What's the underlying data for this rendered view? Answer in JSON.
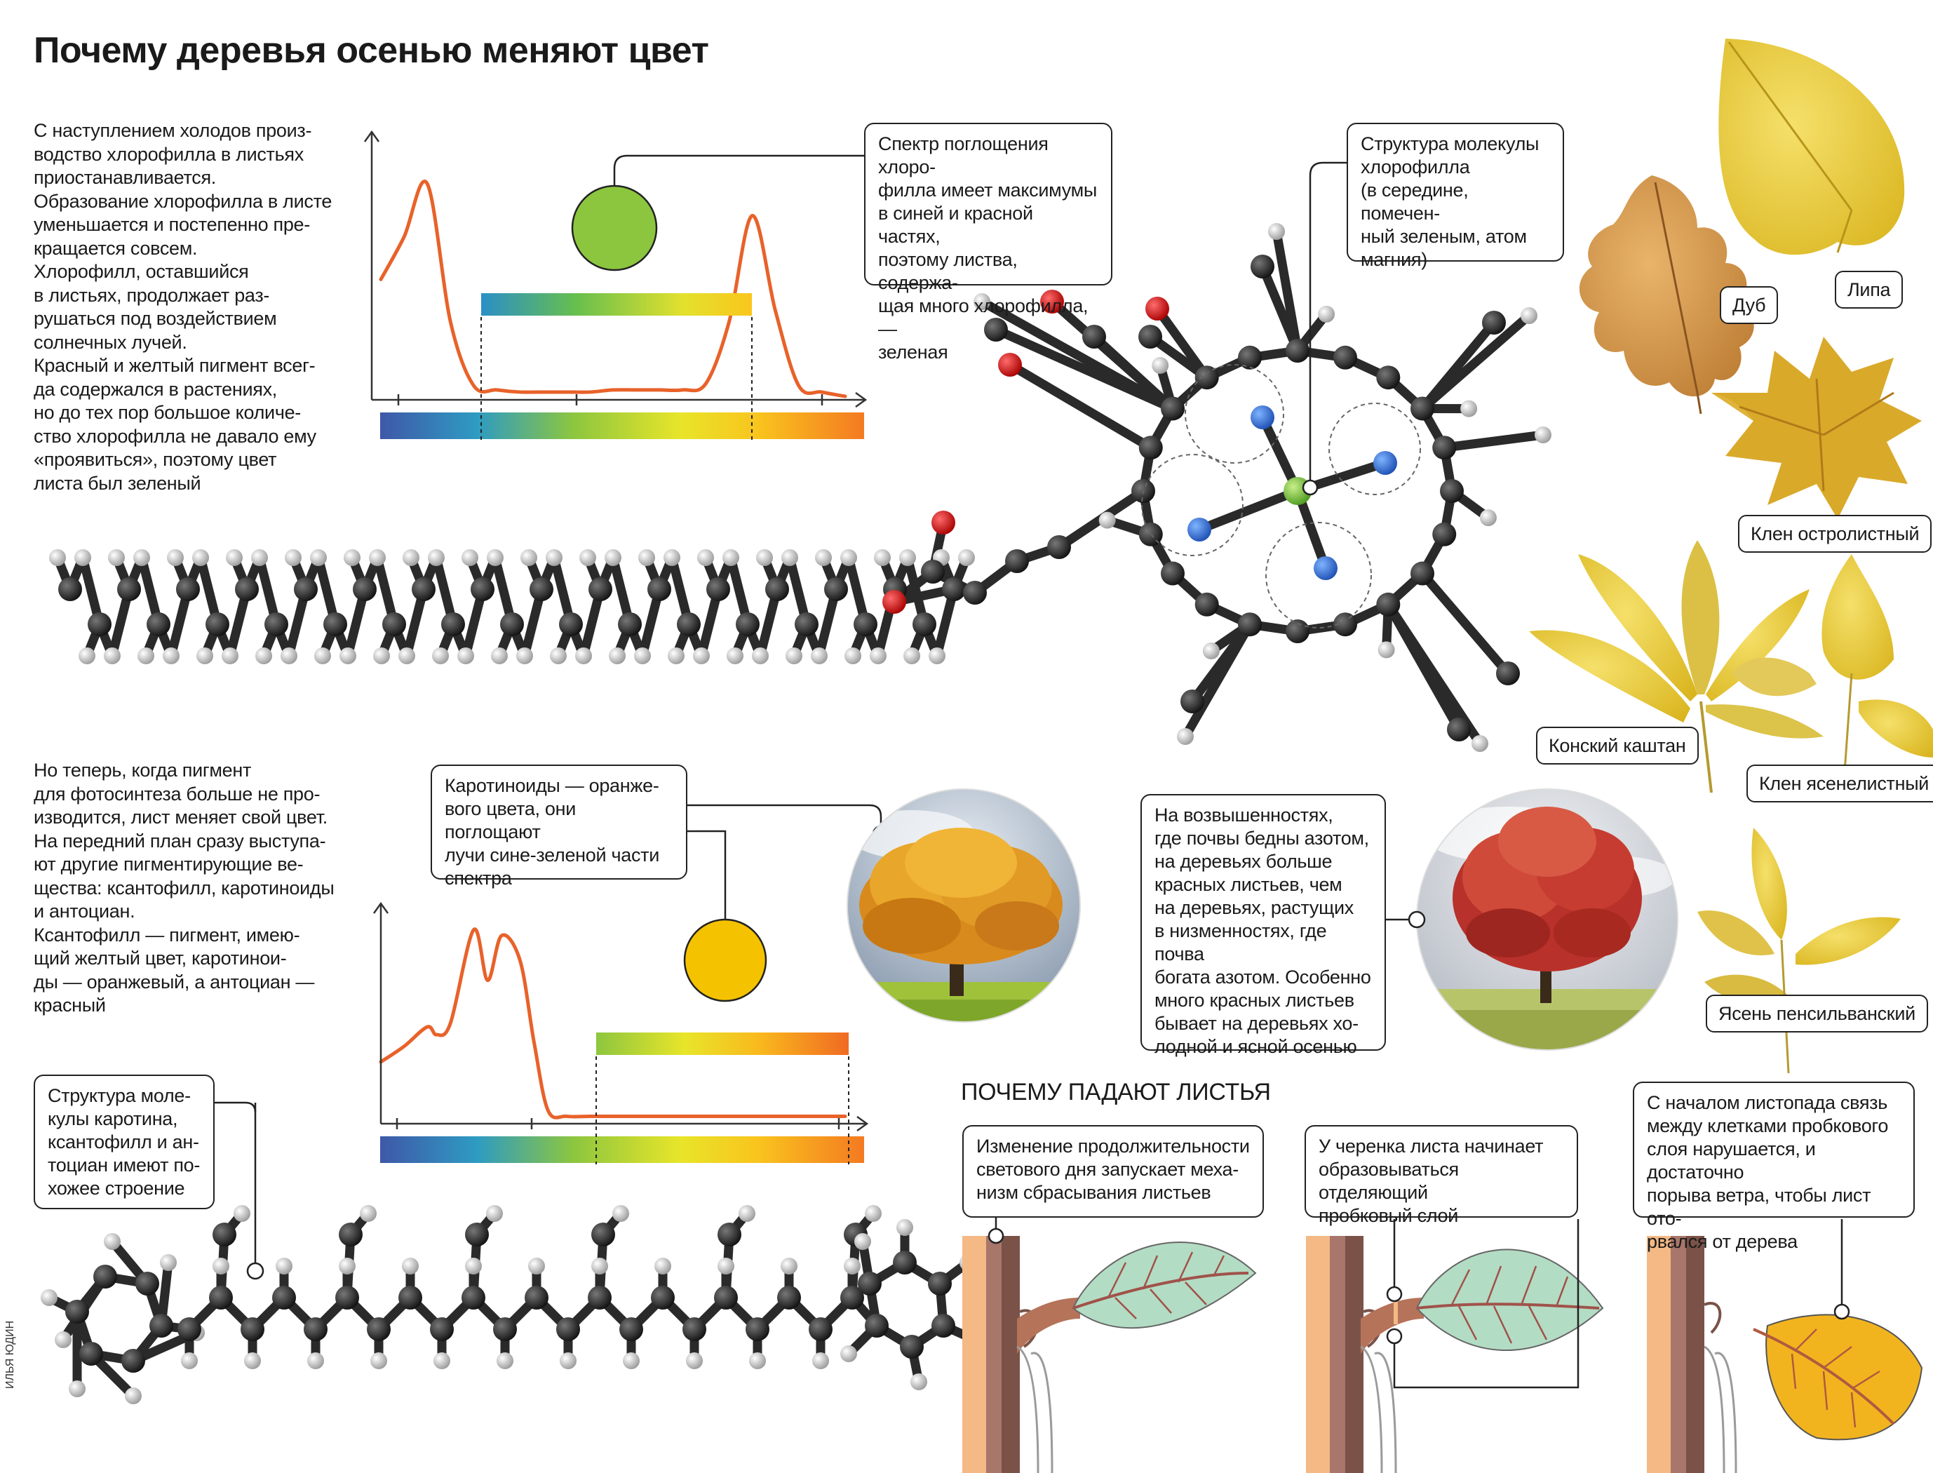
{
  "title": "Почему деревья осенью меняют цвет",
  "intro_text": "С наступлением холодов произ-\nводство хлорофилла в листьях\nприостанавливается.\nОбразование хлорофилла в листе\nуменьшается и постепенно пре-\nкращается совсем.\nХлорофилл, оставшийся\nв листьях, продолжает раз-\nрушаться под воздействием\nсолнечных лучей.\nКрасный и желтый пигмент всег-\nда содержался в растениях,\nно до тех пор большое количе-\nство хлорофилла не давало ему\n«проявиться», поэтому цвет\nлиста был зеленый",
  "pigments_text": "Но теперь, когда пигмент\nдля фотосинтеза больше не про-\nизводится, лист меняет свой цвет.\nНа передний план сразу выступа-\nют другие пигментирующие ве-\nщества: ксантофилл, каротиноиды\nи антоциан.\nКсантофилл — пигмент, имею-\nщий желтый цвет, каротинои-\nды — оранжевый, а антоциан —\nкрасный",
  "callouts": {
    "chlorophyll_spectrum": "Спектр поглощения хлоро-\nфилла имеет максимумы\nв синей и красной частях,\nпоэтому листва, содержа-\nщая много хлорофилла, —\nзеленая",
    "chlorophyll_structure": "Структура молекулы\nхлорофилла\n(в середине, помечен-\nный зеленым, атом\nмагния)",
    "carotenoids": "Каротиноиды — оранже-\nвого цвета, они поглощают\nлучи сине-зеленой части\nспектра",
    "nitrogen": "На возвышенностях,\nгде почвы бедны азотом,\nна деревьях больше\nкрасных листьев, чем\nна деревьях, растущих\nв низменностях, где почва\nбогата азотом. Особенно\nмного красных листьев\nбывает на деревьях хо-\nлодной и ясной осенью",
    "carotene_structure": "Структура моле-\nкулы каротина,\nксантофилл и ан-\nтоциан имеют по-\nхожее строение"
  },
  "leaves": {
    "oak": "Дуб",
    "linden": "Липа",
    "norway_maple": "Клен остролистный",
    "horse_chestnut": "Конский каштан",
    "ash_leaf_maple": "Клен ясенелистный",
    "green_ash": "Ясень пенсильванский"
  },
  "leaf_fall": {
    "title": "ПОЧЕМУ ПАДАЮТ ЛИСТЬЯ",
    "steps": [
      "Изменение продолжительности\nсветового дня запускает меха-\nнизм сбрасывания листьев",
      "У черенка листа начинает\nобразовываться отделяющий\nпробковый слой",
      "С началом листопада связь\nмежду клетками пробкового\nслоя нарушается, и достаточно\nпорыва ветра, чтобы лист ото-\nрвался от дерева"
    ]
  },
  "credit": "ИЛЬЯ ЮДИН",
  "colors": {
    "curve": "#e8622a",
    "chlorophyll_green": "#8cc63f",
    "carotene_yellow": "#f5c200",
    "bark": "#b5735a",
    "leaf_green": "#b3dcc4",
    "leaf_yellow": "#f2b41e",
    "autumn_leaf": "#e8c53a"
  },
  "chart_data": [
    {
      "type": "line",
      "name_hint": "chlorophyll",
      "x": [
        0,
        5,
        10,
        15,
        20,
        25,
        30,
        35,
        40,
        45,
        50,
        55,
        60,
        65,
        70,
        75,
        80,
        85,
        90,
        95,
        100
      ],
      "values": [
        0.55,
        0.75,
        1.0,
        0.35,
        0.05,
        0.03,
        0.02,
        0.02,
        0.02,
        0.02,
        0.03,
        0.03,
        0.03,
        0.03,
        0.06,
        0.35,
        0.85,
        0.4,
        0.05,
        0.02,
        0.0
      ]
    },
    {
      "type": "line",
      "name_hint": "carotenoids",
      "x": [
        0,
        5,
        10,
        12,
        15,
        20,
        23,
        26,
        30,
        33,
        36,
        40,
        45,
        50,
        60,
        70,
        80,
        90,
        100
      ],
      "values": [
        0.3,
        0.38,
        0.48,
        0.44,
        0.5,
        0.98,
        0.72,
        0.95,
        0.82,
        0.4,
        0.05,
        0.02,
        0.02,
        0.02,
        0.02,
        0.02,
        0.02,
        0.02,
        0.02
      ]
    }
  ]
}
